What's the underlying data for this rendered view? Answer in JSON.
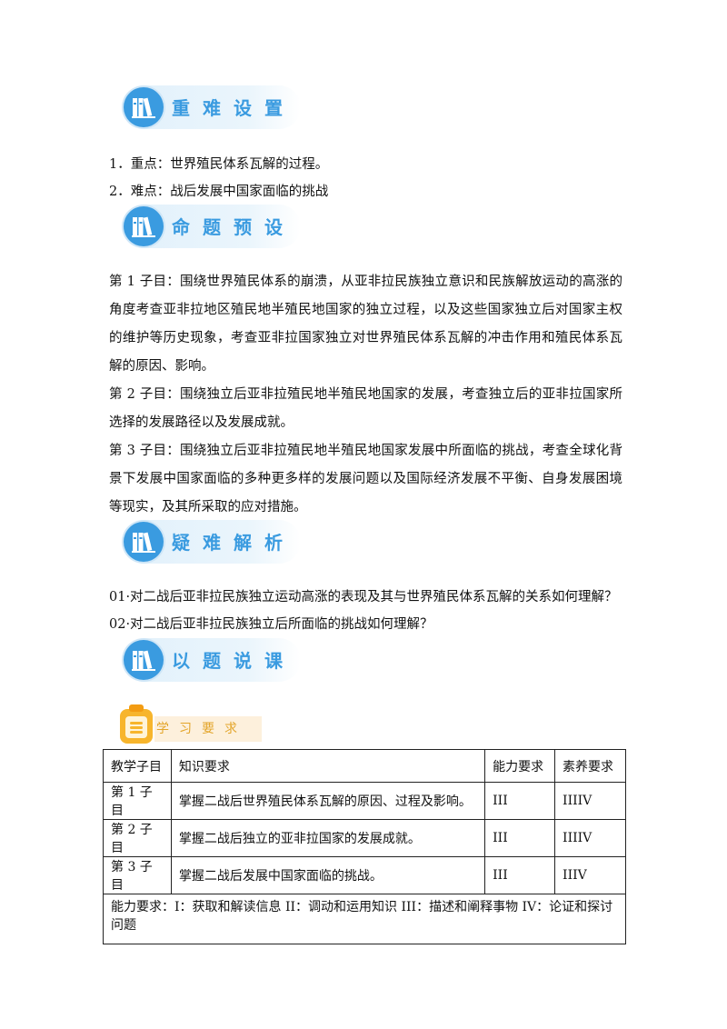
{
  "sections": {
    "s1": "重难设置",
    "s2": "命题预设",
    "s3": "疑难解析",
    "s4": "以题说课"
  },
  "focus": {
    "key": "1．重点：世界殖民体系瓦解的过程。",
    "difficulty": "2．难点：战后发展中国家面临的挑战"
  },
  "topics": [
    "第 1 子目：围绕世界殖民体系的崩溃，从亚非拉民族独立意识和民族解放运动的高涨的角度考查亚非拉地区殖民地半殖民地国家的独立过程，以及这些国家独立后对国家主权的维护等历史现象，考查亚非拉国家独立对世界殖民体系瓦解的冲击作用和殖民体系瓦解的原因、影响。",
    "第 2 子目：围绕独立后亚非拉殖民地半殖民地国家的发展，考查独立后的亚非拉国家所选择的发展路径以及发展成就。",
    "第 3 子目：围绕独立后亚非拉殖民地半殖民地国家发展中所面临的挑战，考查全球化背景下发展中国家面临的多种更多样的发展问题以及国际经济发展不平衡、自身发展困境等现实，及其所采取的应对措施。"
  ],
  "questions": [
    "01·对二战后亚非拉民族独立运动高涨的表现及其与世界殖民体系瓦解的关系如何理解？",
    "02·对二战后亚非拉民族独立后所面临的挑战如何理解？"
  ],
  "study": {
    "title": "学习要求",
    "headers": [
      "教学子目",
      "知识要求",
      "能力要求",
      "素养要求"
    ],
    "rows": [
      [
        "第 1 子目",
        "掌握二战后世界殖民体系瓦解的原因、过程及影响。",
        "III",
        "IIIIV"
      ],
      [
        "第 2 子目",
        "掌握二战后独立的亚非拉国家的发展成就。",
        "III",
        "IIIIV"
      ],
      [
        "第 3 子目",
        "掌握二战后发展中国家面临的挑战。",
        "III",
        "IIIV"
      ]
    ],
    "note": "能力要求：I：获取和解读信息 II：调动和运用知识 III：描述和阐释事物 IV：论证和探讨问题"
  }
}
